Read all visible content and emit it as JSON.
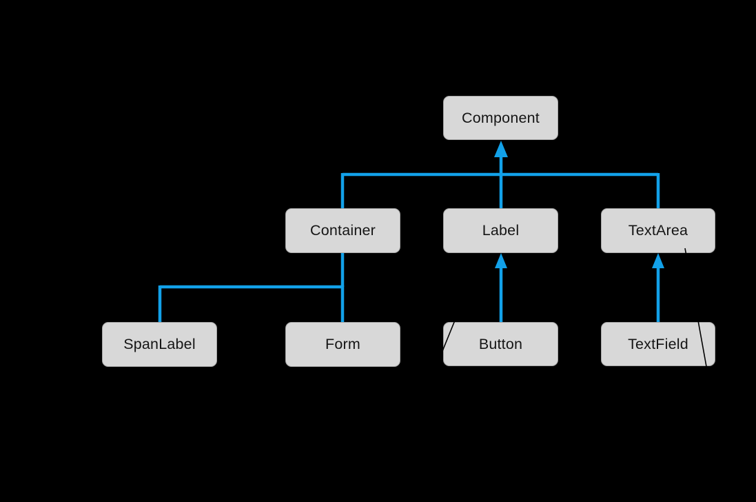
{
  "diagram": {
    "type": "class-hierarchy",
    "nodes": [
      {
        "id": "component",
        "label": "Component"
      },
      {
        "id": "container",
        "label": "Container"
      },
      {
        "id": "label",
        "label": "Label"
      },
      {
        "id": "textarea",
        "label": "TextArea"
      },
      {
        "id": "spanlabel",
        "label": "SpanLabel"
      },
      {
        "id": "form",
        "label": "Form"
      },
      {
        "id": "button",
        "label": "Button"
      },
      {
        "id": "textfield",
        "label": "TextField"
      }
    ],
    "edges": [
      {
        "from": "Container",
        "to": "Component",
        "arrow": true
      },
      {
        "from": "Label",
        "to": "Component",
        "arrow": true
      },
      {
        "from": "TextArea",
        "to": "Component",
        "arrow": true
      },
      {
        "from": "SpanLabel",
        "to": "Container",
        "arrow": false
      },
      {
        "from": "Form",
        "to": "Container",
        "arrow": false
      },
      {
        "from": "Button",
        "to": "Label",
        "arrow": true
      },
      {
        "from": "TextField",
        "to": "TextArea",
        "arrow": true
      }
    ]
  },
  "colors": {
    "background": "#000000",
    "node_fill": "#d8d8d8",
    "node_border": "#a6a6a6",
    "node_text": "#151515",
    "connector_blue": "#12a1e9",
    "stray_line_black": "#000000"
  }
}
